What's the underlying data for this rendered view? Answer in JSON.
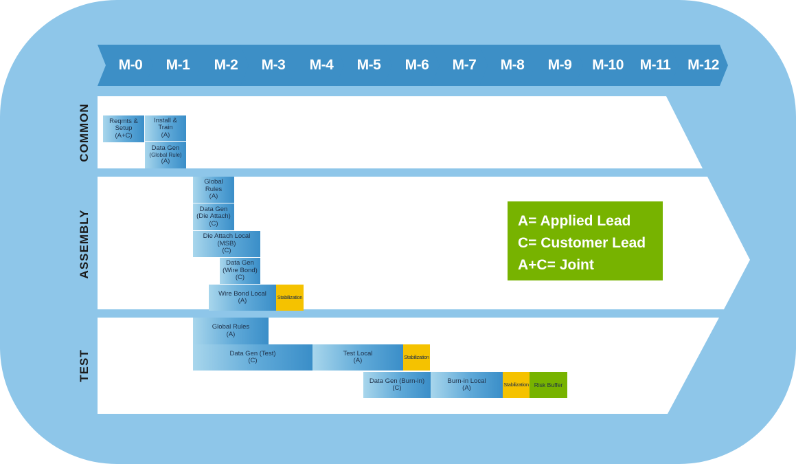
{
  "months": [
    "M-0",
    "M-1",
    "M-2",
    "M-3",
    "M-4",
    "M-5",
    "M-6",
    "M-7",
    "M-8",
    "M-9",
    "M-10",
    "M-11",
    "M-12"
  ],
  "rows": {
    "common": "COMMON",
    "assembly": "ASSEMBLY",
    "test": "TEST"
  },
  "tasks": {
    "reqmts": [
      "Reqmts &",
      "Setup",
      "(A+C)"
    ],
    "install": [
      "Install &",
      "Train",
      "(A)"
    ],
    "datagen_global_rule": [
      "Data Gen",
      "(Global Rule)",
      "(A)"
    ],
    "asm_global_rules": [
      "Global",
      "Rules",
      "(A)"
    ],
    "datagen_die_attach": [
      "Data Gen",
      "(Die Attach)",
      "(C)"
    ],
    "die_attach_local": [
      "Die Attach Local",
      "(MSB)",
      "(C)"
    ],
    "datagen_wire_bond": [
      "Data Gen",
      "(Wire Bond)",
      "(C)"
    ],
    "wire_bond_local": [
      "Wire Bond Local",
      "(A)"
    ],
    "asm_stabilization": "Stabilization",
    "test_global_rules": [
      "Global Rules",
      "(A)"
    ],
    "datagen_test": [
      "Data Gen (Test)",
      "(C)"
    ],
    "test_local": [
      "Test Local",
      "(A)"
    ],
    "test_stabilization": "Stabilization",
    "datagen_burnin": [
      "Data Gen (Burn-in)",
      "(C)"
    ],
    "burnin_local": [
      "Burn-in Local",
      "(A)"
    ],
    "burnin_stabilization": "Stabilization",
    "risk_buffer": "Risk Buffer"
  },
  "legend": {
    "line1": "A= Applied Lead",
    "line2": "C= Customer Lead",
    "line3": "A+C= Joint"
  },
  "colors": {
    "frame": "#8ec6e9",
    "month_chevron": "#3d8fc6",
    "band": "#ffffff",
    "task_blue": "#5fa9d8",
    "stabilization": "#f5c200",
    "risk_buffer": "#77b300",
    "legend_bg": "#77b300"
  }
}
